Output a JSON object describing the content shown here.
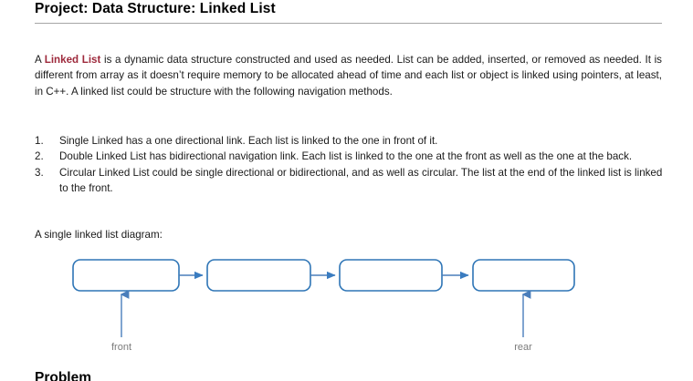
{
  "document": {
    "title": "Project: Data Structure: Linked List",
    "intro": {
      "lead_prefix": "A ",
      "keyword": "Linked List",
      "body": " is a dynamic data structure constructed and used as needed. List can be added, inserted, or removed as needed. It is different from array as it doesn’t require memory to be allocated ahead of time and each list or object is linked using pointers, at least, in C++. A linked list could be structure with the following navigation methods."
    },
    "navigation_methods": [
      {
        "number": "1.",
        "text": "Single Linked has a one directional link. Each list is linked to the one in front of it."
      },
      {
        "number": "2.",
        "text": "Double Linked List has bidirectional navigation link. Each list is linked to the one at the front as well as the one at the back."
      },
      {
        "number": "3.",
        "text": "Circular Linked List could be single directional or bidirectional, and as well as circular. The list at the end of the linked list is linked to the front."
      }
    ],
    "diagram": {
      "caption": "A single linked list diagram:",
      "nodes": [
        {
          "label": ""
        },
        {
          "label": ""
        },
        {
          "label": ""
        },
        {
          "label": ""
        }
      ],
      "pointers": [
        {
          "label": "front"
        },
        {
          "label": "rear"
        }
      ],
      "colors": {
        "node_border": "#2e75b6",
        "arrow": "#4a7ebb",
        "pointer_label": "#7b7b7b"
      }
    },
    "next_section_heading": "Problem"
  }
}
